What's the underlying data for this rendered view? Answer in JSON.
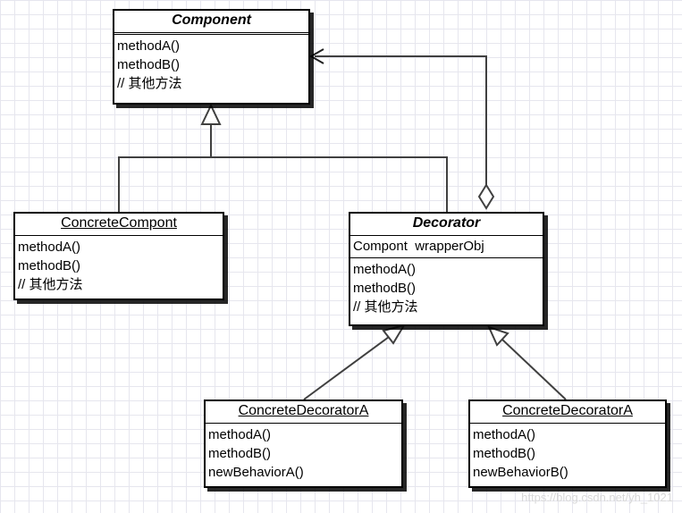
{
  "classes": {
    "component": {
      "name": "Component",
      "methods": [
        "methodA()",
        "methodB()",
        "// 其他方法"
      ]
    },
    "concrete_compont": {
      "name": "ConcreteCompont",
      "methods": [
        "methodA()",
        "methodB()",
        "// 其他方法"
      ]
    },
    "decorator": {
      "name": "Decorator",
      "attributes": [
        "Compont  wrapperObj"
      ],
      "methods": [
        "methodA()",
        "methodB()",
        "// 其他方法"
      ]
    },
    "concrete_decorator_a1": {
      "name": "ConcreteDecoratorA",
      "methods": [
        "methodA()",
        "methodB()",
        "newBehaviorA()"
      ]
    },
    "concrete_decorator_a2": {
      "name": "ConcreteDecoratorA",
      "methods": [
        "methodA()",
        "methodB()",
        "newBehaviorB()"
      ]
    }
  },
  "watermark": "https://blog.csdn.net/yh_1021"
}
